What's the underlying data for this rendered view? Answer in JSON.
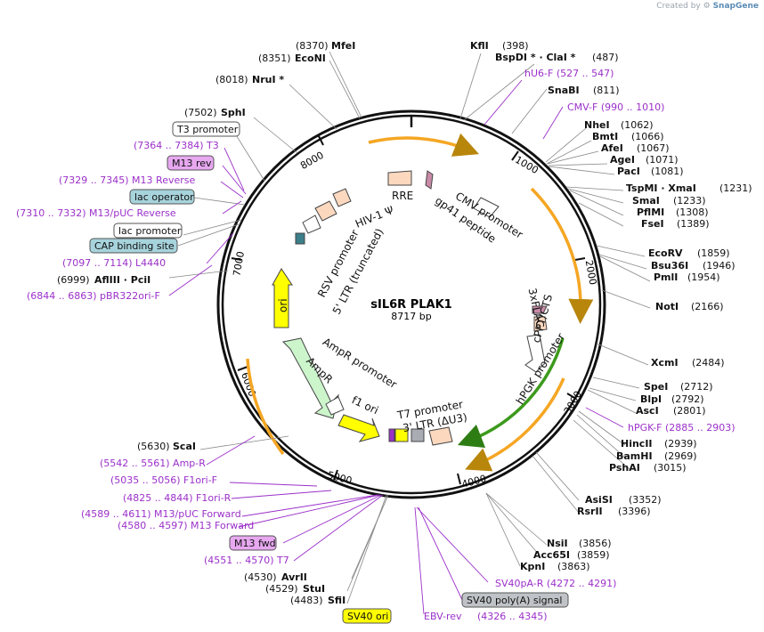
{
  "header": {
    "credit_prefix": "Created by",
    "brand": "SnapGene"
  },
  "plasmid": {
    "name": "sIL6R PLAK1",
    "length_label": "8717 bp",
    "length": 8717
  },
  "colors": {
    "enzyme": "#000000",
    "primer": "#9b30c9",
    "feature_orange": "#f5a623",
    "feature_green": "#3c9a1c",
    "line": "#777777"
  },
  "site_labels": [
    {
      "pos": "(8370)",
      "name": "MfeI"
    },
    {
      "pos": "(8351)",
      "name": "EcoNI"
    },
    {
      "pos": "(8018)",
      "name": "NruI *"
    },
    {
      "pos": "(7502)",
      "name": "SphI"
    },
    {
      "pos": "(6999)",
      "name": "AflIII  · PciI"
    },
    {
      "pos": "(5630)",
      "name": "ScaI"
    },
    {
      "pos": "(4530)",
      "name": "AvrII"
    },
    {
      "pos": "(4529)",
      "name": "StuI"
    },
    {
      "pos": "(4483)",
      "name": "SfiI"
    },
    {
      "name": "KflI",
      "pos": "(398)"
    },
    {
      "name": "BspDI *  · ClaI *",
      "pos": "(487)"
    },
    {
      "name": "SnaBI",
      "pos": "(811)"
    },
    {
      "name": "NheI",
      "pos": "(1062)"
    },
    {
      "name": "BmtI",
      "pos": "(1066)"
    },
    {
      "name": "AfeI",
      "pos": "(1067)"
    },
    {
      "name": "AgeI",
      "pos": "(1071)"
    },
    {
      "name": "PacI",
      "pos": "(1081)"
    },
    {
      "name": "TspMI  · XmaI",
      "pos": "(1231)"
    },
    {
      "name": "SmaI",
      "pos": "(1233)"
    },
    {
      "name": "PflMI",
      "pos": "(1308)"
    },
    {
      "name": "FseI",
      "pos": "(1389)"
    },
    {
      "name": "EcoRV",
      "pos": "(1859)"
    },
    {
      "name": "Bsu36I",
      "pos": "(1946)"
    },
    {
      "name": "PmlI",
      "pos": "(1954)"
    },
    {
      "name": "NotI",
      "pos": "(2166)"
    },
    {
      "name": "XcmI",
      "pos": "(2484)"
    },
    {
      "name": "SpeI",
      "pos": "(2712)"
    },
    {
      "name": "BlpI",
      "pos": "(2792)"
    },
    {
      "name": "AscI",
      "pos": "(2801)"
    },
    {
      "name": "HincII",
      "pos": "(2939)"
    },
    {
      "name": "BamHI",
      "pos": "(2969)"
    },
    {
      "name": "PshAI",
      "pos": "(3015)"
    },
    {
      "name": "AsiSI",
      "pos": "(3352)"
    },
    {
      "name": "RsrII",
      "pos": "(3396)"
    },
    {
      "name": "NsiI",
      "pos": "(3856)"
    },
    {
      "name": "Acc65I",
      "pos": "(3859)"
    },
    {
      "name": "KpnI",
      "pos": "(3863)"
    }
  ],
  "primer_labels": [
    {
      "text": "(7364 .. 7384)  T3"
    },
    {
      "text": "(7329 .. 7345)  M13 Reverse"
    },
    {
      "text": "(7310 .. 7332)  M13/pUC Reverse"
    },
    {
      "text": "(7097 .. 7114)  L4440"
    },
    {
      "text": "(6844 .. 6863)  pBR322ori-F"
    },
    {
      "text": "(5542 .. 5561)  Amp-R"
    },
    {
      "text": "(5035 .. 5056)  F1ori-F"
    },
    {
      "text": "(4825 .. 4844)  F1ori-R"
    },
    {
      "text": "(4589 .. 4611)  M13/pUC Forward"
    },
    {
      "text": "(4580 .. 4597)  M13 Forward"
    },
    {
      "text": "(4551 .. 4570)  T7"
    },
    {
      "text": "hU6-F   (527 .. 547)"
    },
    {
      "text": "CMV-F   (990 .. 1010)"
    },
    {
      "text": "hPGK-F   (2885 .. 2903)"
    },
    {
      "text": "SV40pA-R   (4272 .. 4291)"
    },
    {
      "text": "EBV-rev"
    },
    {
      "text": "(4326 .. 4345)"
    }
  ],
  "boxed_labels": [
    {
      "text": "T3 promoter",
      "style": "plain"
    },
    {
      "text": "M13 rev",
      "style": "primer"
    },
    {
      "text": "lac operator",
      "style": "teal"
    },
    {
      "text": "lac promoter",
      "style": "plain"
    },
    {
      "text": "CAP binding site",
      "style": "teal"
    },
    {
      "text": "M13 fwd",
      "style": "primer"
    },
    {
      "text": "SV40 ori",
      "style": "yellow"
    },
    {
      "text": "SV40 poly(A) signal",
      "style": "grey"
    }
  ],
  "ticks": [
    "1000",
    "2000",
    "3000",
    "4000",
    "5000",
    "6000",
    "7000",
    "8000"
  ],
  "inner_labels": [
    "RRE",
    "HIV-1 Ψ",
    "CMV promoter",
    "gp41 peptide",
    "RSV promoter",
    "5' LTR (truncated)",
    "ori",
    "AmpR promoter",
    "AmpR",
    "f1 ori",
    "T7 promoter",
    "3' LTR (ΔU3)",
    "hPGK promoter",
    "cPPT/CTS",
    "3xFLAG"
  ]
}
